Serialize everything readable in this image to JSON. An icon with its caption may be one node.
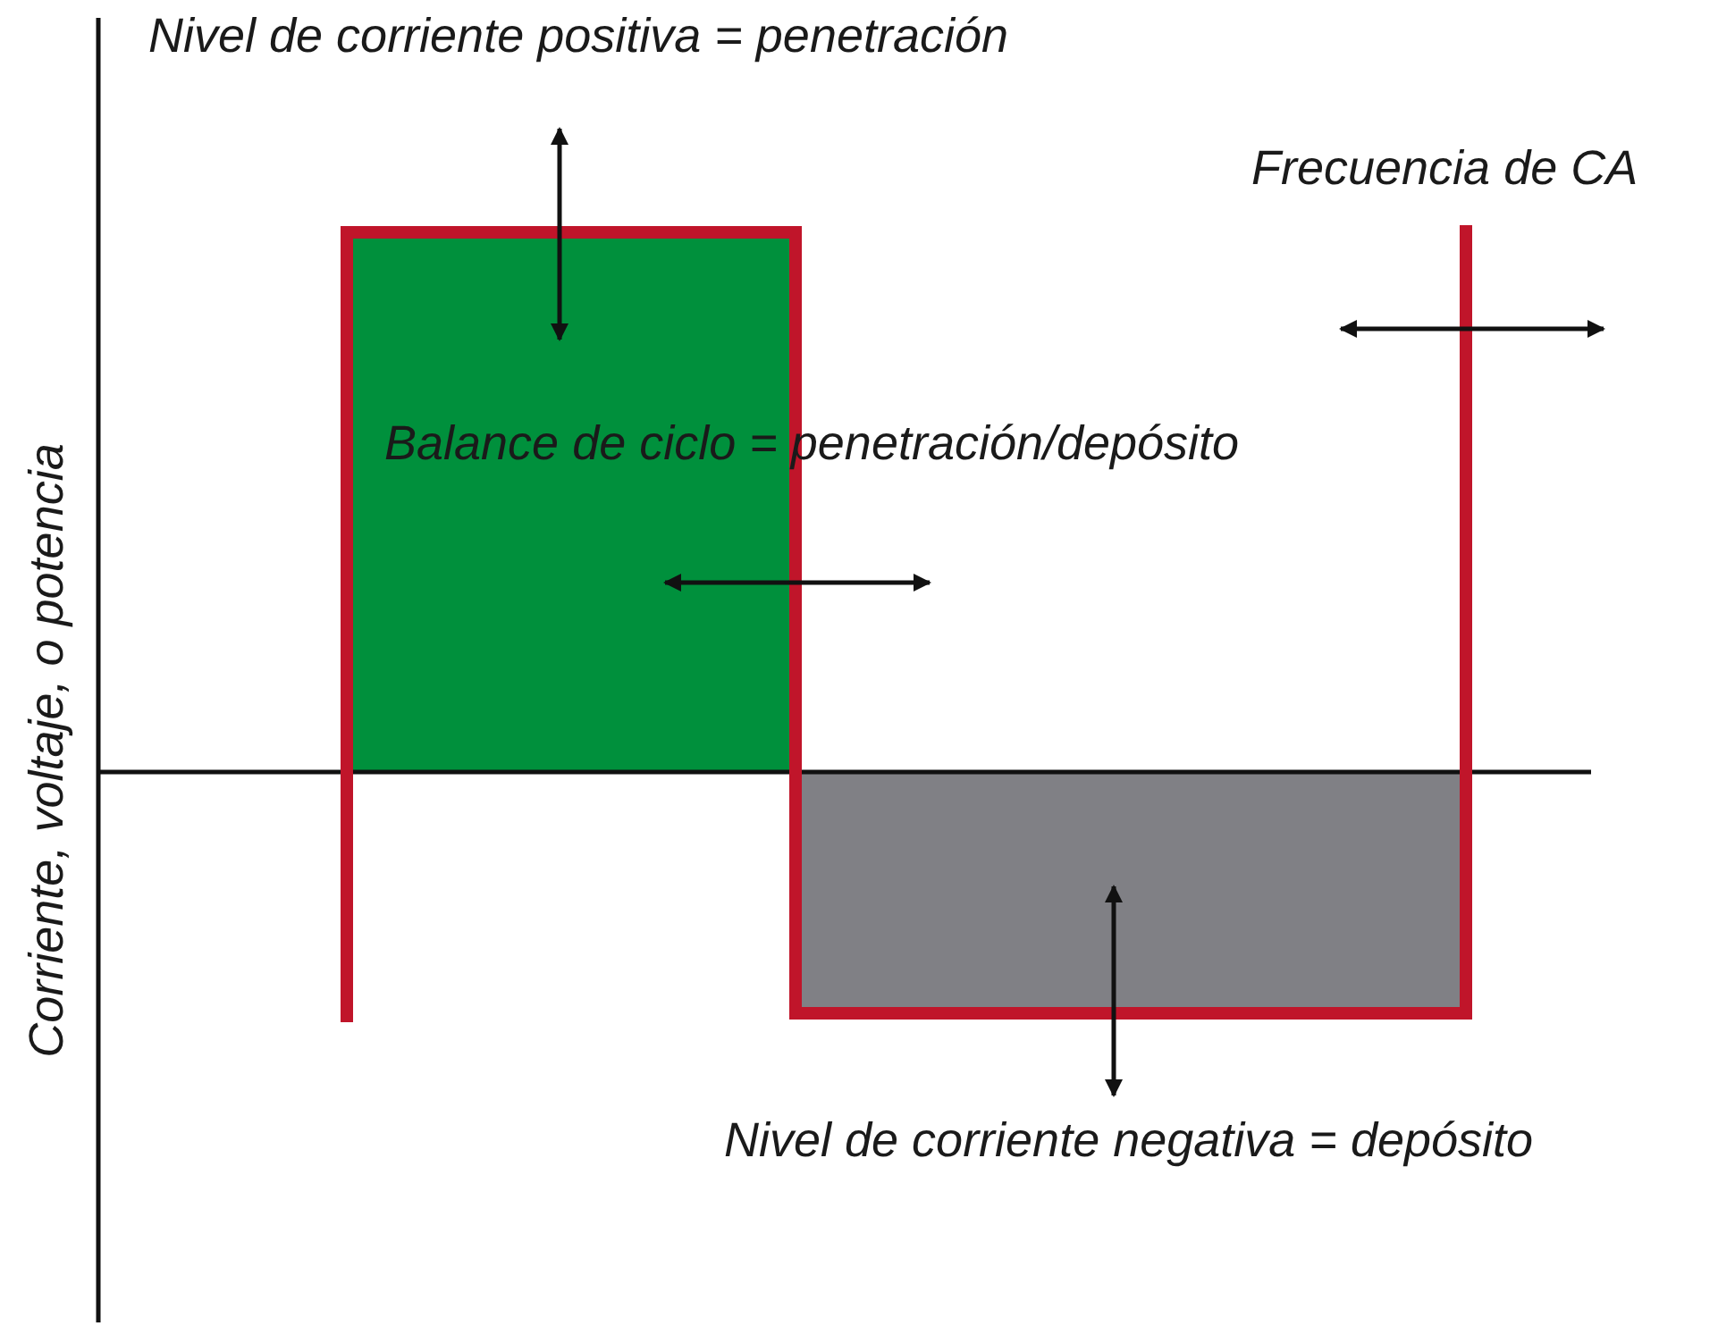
{
  "diagram": {
    "labels": [
      "Nivel de corriente positiva = penetración",
      "Frecuencia de CA",
      "Balance de ciclo = penetración/depósito",
      "Corriente, voltaje, o potencia",
      "Nivel de corriente negativa = depósito"
    ]
  }
}
